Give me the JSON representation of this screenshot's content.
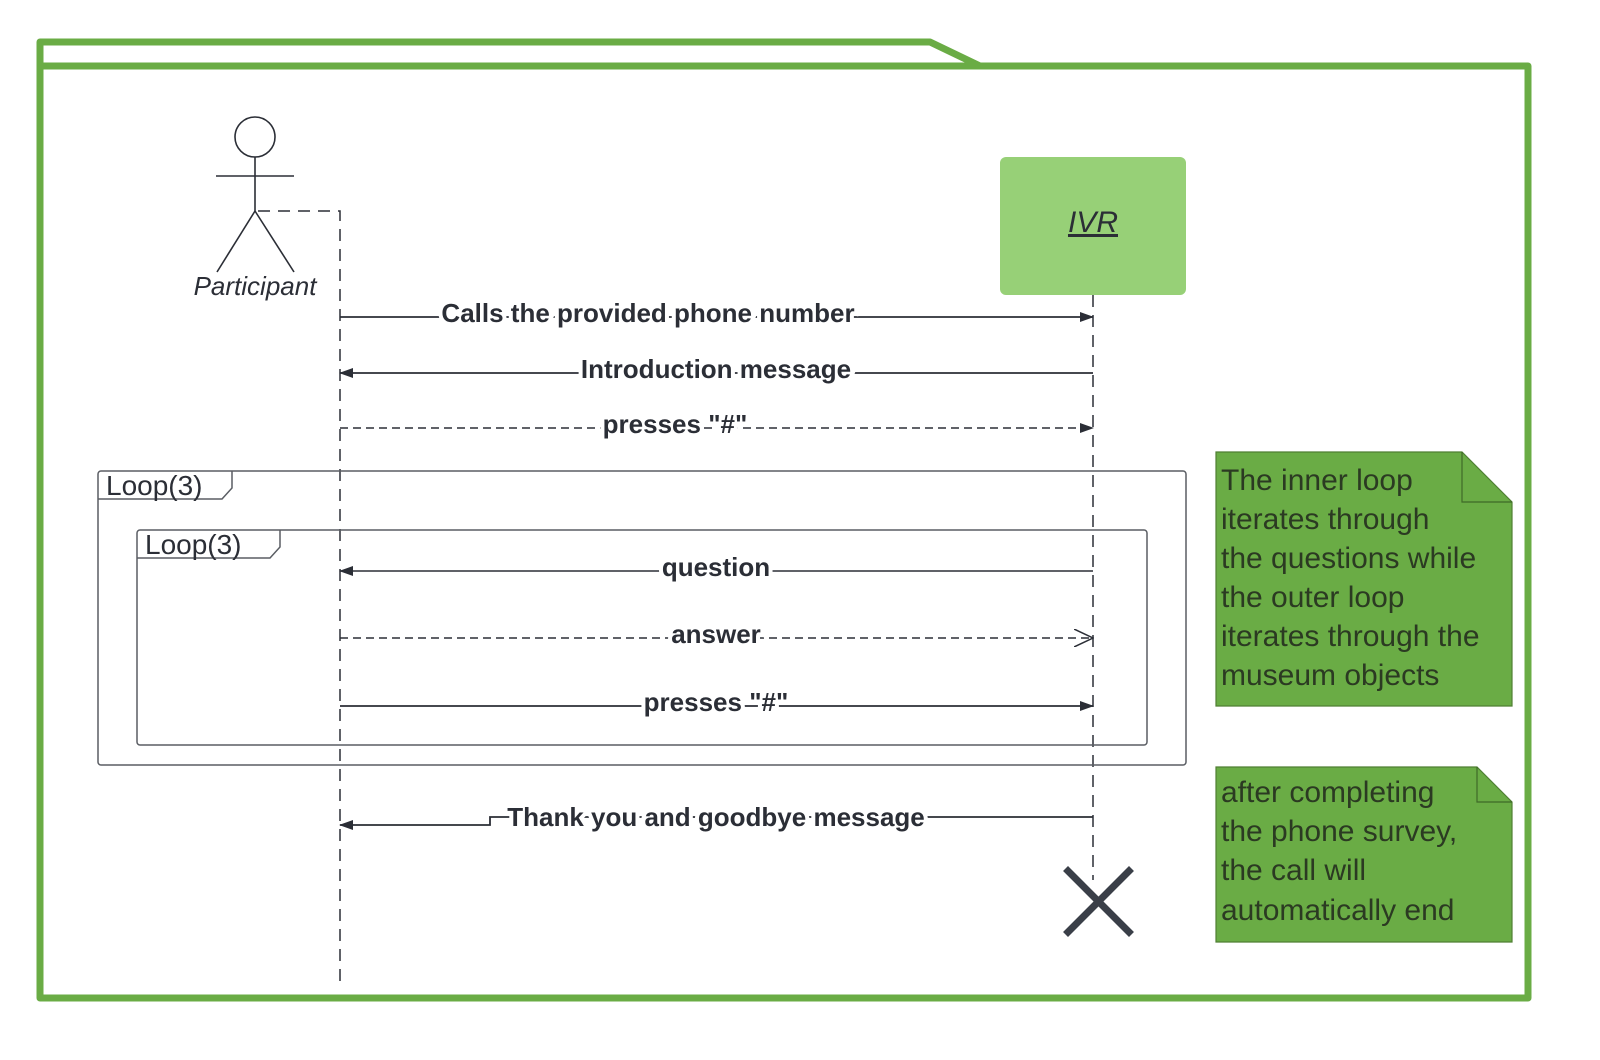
{
  "colors": {
    "frame": "#6aac45",
    "ivr_box": "#97d077",
    "note_fill": "#6aac45",
    "line": "#2b2e36"
  },
  "participants": {
    "actor": {
      "label": "Participant",
      "icon": "stick-figure-icon"
    },
    "system": {
      "label": "IVR"
    }
  },
  "messages": [
    {
      "label": "Calls the provided phone number",
      "from": "actor",
      "to": "system",
      "style": "solid"
    },
    {
      "label": "Introduction message",
      "from": "system",
      "to": "actor",
      "style": "solid"
    },
    {
      "label": "presses \"#\"",
      "from": "actor",
      "to": "system",
      "style": "dashed"
    },
    {
      "label": "question",
      "from": "system",
      "to": "actor",
      "style": "solid"
    },
    {
      "label": "answer",
      "from": "actor",
      "to": "system",
      "style": "dashed-open"
    },
    {
      "label": "presses \"#\"",
      "from": "actor",
      "to": "system",
      "style": "solid"
    },
    {
      "label": "Thank you and goodbye message",
      "from": "system",
      "to": "actor",
      "style": "solid"
    }
  ],
  "loops": [
    {
      "label": "Loop(3)"
    },
    {
      "label": "Loop(3)"
    }
  ],
  "notes": [
    {
      "lines": [
        "The inner loop",
        "iterates through",
        "the questions while",
        "the outer loop",
        "iterates through the",
        "museum objects"
      ]
    },
    {
      "lines": [
        "after completing",
        "the phone survey,",
        "the call will",
        "automatically end"
      ]
    }
  ],
  "destroy_icon": "x-destroy-icon"
}
